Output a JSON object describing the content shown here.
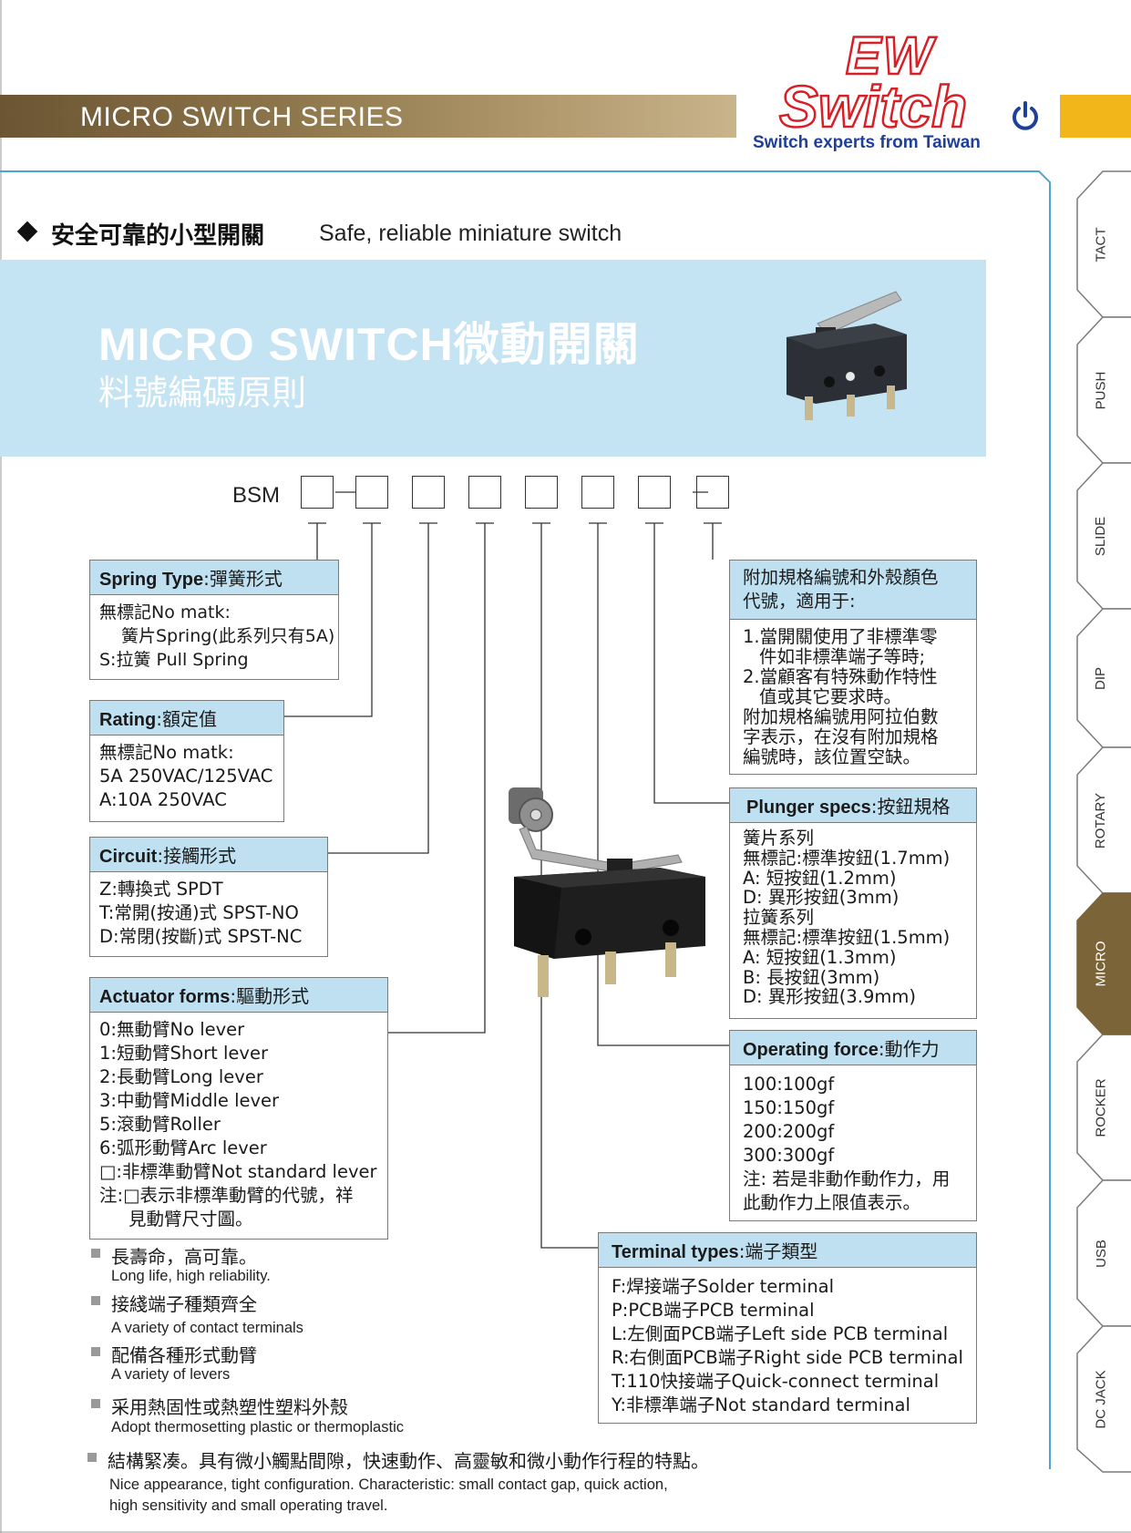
{
  "header": {
    "series_title": "MICRO SWITCH  SERIES",
    "logo_line1": "EW",
    "logo_line2": "Switch",
    "logo_tagline": "Switch experts from Taiwan"
  },
  "side_tabs": [
    {
      "label": "TACT",
      "active": false
    },
    {
      "label": "PUSH",
      "active": false
    },
    {
      "label": "SLIDE",
      "active": false
    },
    {
      "label": "DIP",
      "active": false
    },
    {
      "label": "ROTARY",
      "active": false
    },
    {
      "label": "MICRO",
      "active": true
    },
    {
      "label": "ROCKER",
      "active": false
    },
    {
      "label": "USB",
      "active": false
    },
    {
      "label": "DC JACK",
      "active": false
    }
  ],
  "subtitle": {
    "zh": "安全可靠的小型開關",
    "en": "Safe, reliable miniature switch"
  },
  "banner": {
    "title": "MICRO SWITCH微動開關",
    "subtitle": "料號編碼原則"
  },
  "code": {
    "prefix": "BSM"
  },
  "spring": {
    "head_en": "Spring Type",
    "head_zh": ":彈簧形式",
    "lines": [
      "無標記No matk:",
      "簧片Spring(此系列只有5A)",
      "S:拉簧  Pull Spring"
    ]
  },
  "rating": {
    "head_en": "Rating",
    "head_zh": ":額定值",
    "lines": [
      "無標記No matk:",
      "5A 250VAC/125VAC",
      "A:10A 250VAC"
    ]
  },
  "circuit": {
    "head_en": "Circuit",
    "head_zh": ":接觸形式",
    "lines": [
      "Z:轉換式 SPDT",
      "T:常開(按通)式 SPST-NO",
      "D:常閉(按斷)式 SPST-NC"
    ]
  },
  "actuator": {
    "head_en": "Actuator forms",
    "head_zh": ":驅動形式",
    "lines": [
      "0:無動臂No lever",
      "1:短動臂Short lever",
      "2:長動臂Long lever",
      "3:中動臂Middle lever",
      "5:滾動臂Roller",
      "6:弧形動臂Arc lever",
      "□:非標準動臂Not standard lever",
      "注:□表示非標準動臂的代號，祥",
      "見動臂尺寸圖。"
    ]
  },
  "additional": {
    "head_line1": "附加規格編號和外殼顏色",
    "head_line2": "代號，適用于:",
    "lines": [
      "1.當開關使用了非標準零",
      "件如非標準端子等時;",
      "2.當顧客有特殊動作特性",
      "值或其它要求時。",
      "附加規格編號用阿拉伯數",
      "字表示，在沒有附加規格",
      "編號時，該位置空缺。"
    ]
  },
  "plunger": {
    "head_en": "Plunger specs",
    "head_zh": ":按鈕規格",
    "lines": [
      "簧片系列",
      "無標記:標準按鈕(1.7mm)",
      "A:  短按鈕(1.2mm)",
      "D:  異形按鈕(3mm)",
      "拉簧系列",
      "無標記:標準按鈕(1.5mm)",
      "A:  短按鈕(1.3mm)",
      "B:  長按鈕(3mm)",
      "D:  異形按鈕(3.9mm)"
    ]
  },
  "force": {
    "head_en": "Operating force",
    "head_zh": ":動作力",
    "lines": [
      "100:100gf",
      "150:150gf",
      "200:200gf",
      "300:300gf",
      "注:  若是非動作動作力，用",
      "此動作力上限值表示。"
    ]
  },
  "terminal": {
    "head_en": "Terminal types",
    "head_zh": ":端子類型",
    "lines": [
      "F:焊接端子Solder terminal",
      "P:PCB端子PCB terminal",
      "L:左側面PCB端子Left side PCB terminal",
      "R:右側面PCB端子Right side PCB terminal",
      "T:110快接端子Quick-connect terminal",
      "Y:非標準端子Not standard terminal"
    ]
  },
  "features": [
    {
      "zh": "長壽命，高可靠。",
      "en": "Long life, high reliability."
    },
    {
      "zh": "接綫端子種類齊全",
      "en": "A variety of contact terminals"
    },
    {
      "zh": "配備各種形式動臂",
      "en": "A variety of levers"
    },
    {
      "zh": "采用熱固性或熱塑性塑料外殼",
      "en": "Adopt thermosetting plastic or thermoplastic"
    },
    {
      "zh": "結構緊凑。具有微小觸點間隙，快速動作、高靈敏和微小動作行程的特點。",
      "en": "Nice appearance, tight configuration. Characteristic: small contact gap, quick action,",
      "en2": "high sensitivity and small operating travel."
    }
  ],
  "colors": {
    "brand_red": "#d81f26",
    "brand_blue": "#1e3f9a",
    "header_gold": "#8a7248",
    "accent_yellow": "#f2b51a",
    "banner_blue": "#c4e3f3",
    "box_head_blue": "#bfe0f1",
    "tab_active": "#7a6438"
  }
}
